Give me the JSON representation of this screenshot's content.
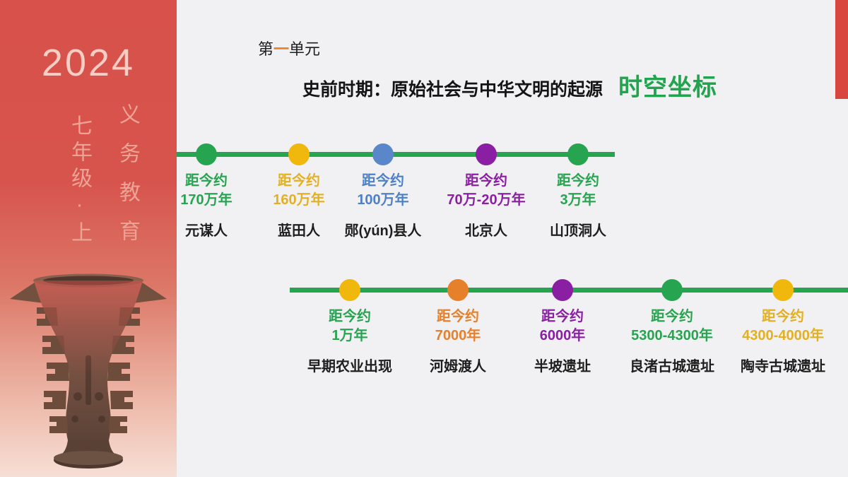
{
  "sidebar": {
    "year": "2024",
    "grade_vertical": "七年级·上",
    "program_vertical": "义务教育"
  },
  "header": {
    "unit_prefix": "第",
    "unit_number": "一",
    "unit_suffix": "单元",
    "subtitle": "史前时期：原始社会与中华文明的起源",
    "badge": "时空坐标"
  },
  "colors": {
    "green": "#27a450",
    "gold": "#e9b211",
    "gold_text": "#e3b023",
    "blue": "#5a87c9",
    "blue_text": "#4e80c8",
    "purple": "#8b1fa3",
    "orange": "#e6802b",
    "line_green": "#27a450",
    "sidebar_red": "#d8514b",
    "accent_red": "#d9463f",
    "background": "#f1f1f3",
    "unit_number_orange": "#e6802b",
    "badge_green": "#22a34e"
  },
  "timelines": [
    {
      "items": [
        {
          "era_prefix": "距今约",
          "era_value": "170万年",
          "name": "元谋人",
          "dot_color": "#27a450",
          "text_color": "#27a450"
        },
        {
          "era_prefix": "距今约",
          "era_value": "160万年",
          "name": "蓝田人",
          "dot_color": "#f0b70d",
          "text_color": "#e3b023"
        },
        {
          "era_prefix": "距今约",
          "era_value": "100万年",
          "name": "郧(yún)县人",
          "dot_color": "#5a87c9",
          "text_color": "#4e80c8"
        },
        {
          "era_prefix": "距今约",
          "era_value": "70万-20万年",
          "name": "北京人",
          "dot_color": "#8b1fa3",
          "text_color": "#8b1fa3"
        },
        {
          "era_prefix": "距今约",
          "era_value": "3万年",
          "name": "山顶洞人",
          "dot_color": "#27a450",
          "text_color": "#27a450"
        }
      ]
    },
    {
      "items": [
        {
          "era_prefix": "距今约",
          "era_value": "1万年",
          "name": "早期农业出现",
          "dot_color": "#f0b70d",
          "text_color": "#27a450"
        },
        {
          "era_prefix": "距今约",
          "era_value": "7000年",
          "name": "河姆渡人",
          "dot_color": "#e6802b",
          "text_color": "#e6802b"
        },
        {
          "era_prefix": "距今约",
          "era_value": "6000年",
          "name": "半坡遗址",
          "dot_color": "#8b1fa3",
          "text_color": "#8b1fa3"
        },
        {
          "era_prefix": "距今约",
          "era_value": "5300-4300年",
          "name": "良渚古城遗址",
          "dot_color": "#27a450",
          "text_color": "#27a450"
        },
        {
          "era_prefix": "距今约",
          "era_value": "4300-4000年",
          "name": "陶寺古城遗址",
          "dot_color": "#f0b70d",
          "text_color": "#e3b023"
        }
      ]
    }
  ]
}
